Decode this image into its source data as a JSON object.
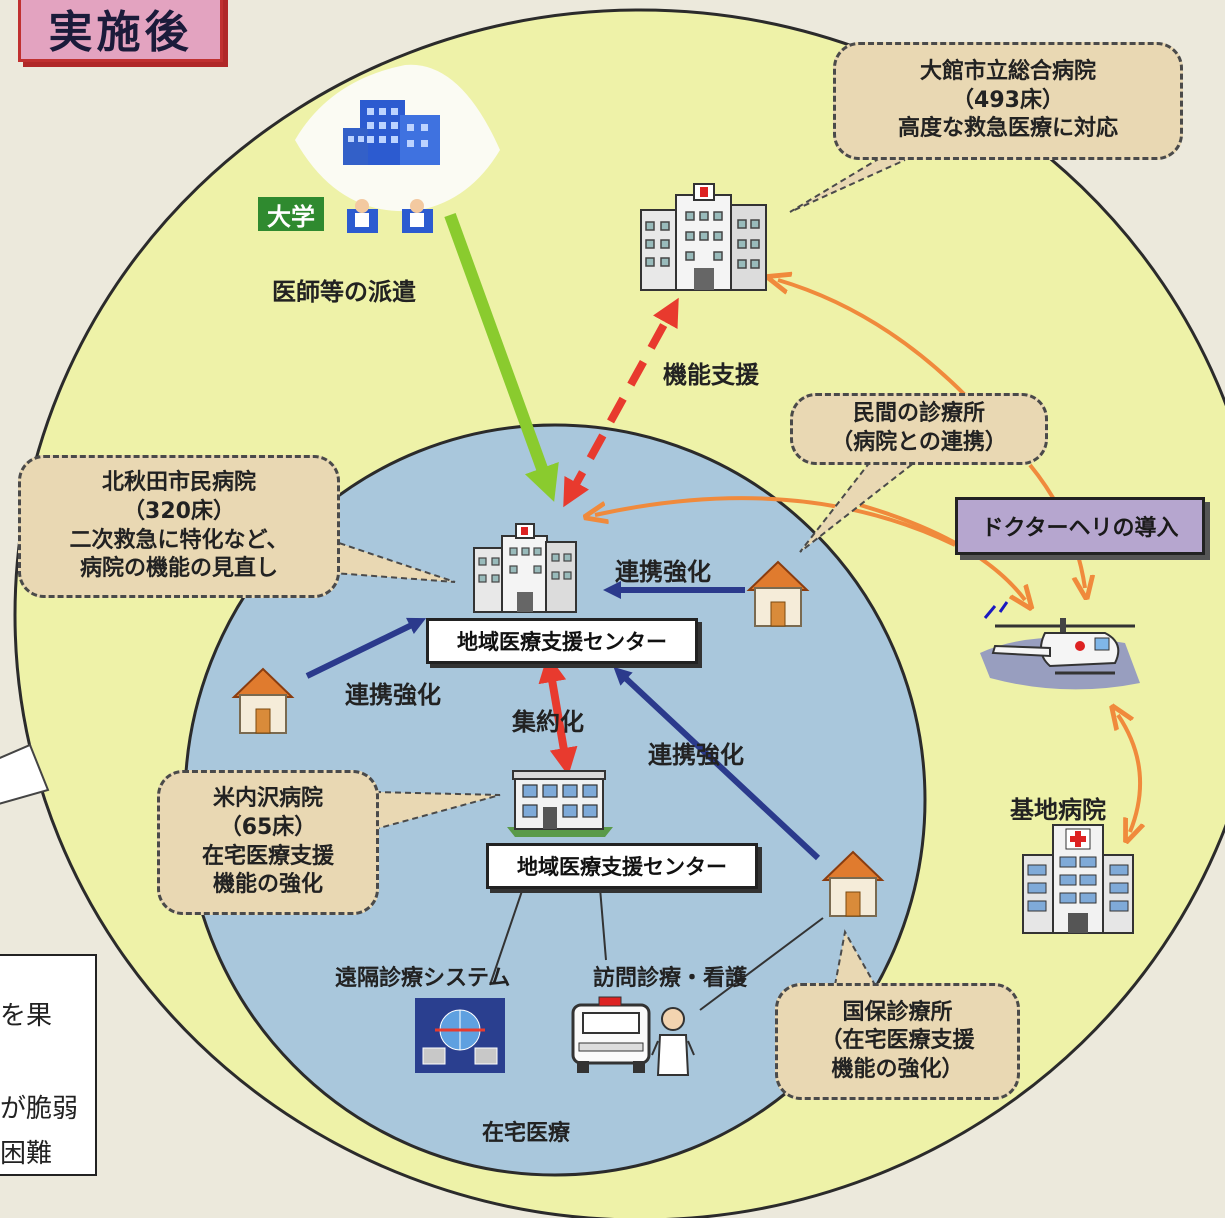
{
  "title": "実施後",
  "university": {
    "label": "大学",
    "dispatch": "医師等の派遣"
  },
  "odate": {
    "name": "大館市立総合病院",
    "beds": "（493床）",
    "role": "高度な救急医療に対応"
  },
  "function_support": "機能支援",
  "private_clinic": {
    "name": "民間の診療所",
    "note": "（病院との連携）"
  },
  "doctor_heli": "ドクターヘリの導入",
  "kitaakita": {
    "name": "北秋田市民病院",
    "beds": "（320床）",
    "role1": "二次救急に特化など、",
    "role2": "病院の機能の見直し"
  },
  "center_label": "地域医療支援センター",
  "renkei": "連携強化",
  "shuyaku": "集約化",
  "yonaizawa": {
    "name": "米内沢病院",
    "beds": "（65床）",
    "role1": "在宅医療支援",
    "role2": "機能の強化"
  },
  "telemed": "遠隔診療システム",
  "visit": "訪問診療・看護",
  "kokuho": {
    "name": "国保診療所",
    "role1": "（在宅医療支援",
    "role2": "機能の強化）"
  },
  "base_hospital": "基地病院",
  "home_care": "在宅医療",
  "left_fragments": [
    "を果",
    "が脆弱",
    "困難"
  ],
  "colors": {
    "outer_circle": "#eef2a8",
    "inner_circle": "#a9c7dc",
    "green_arrow": "#8acb2e",
    "red_arrow": "#e83a2e",
    "orange_arrow": "#f08a3c",
    "blue_arrow": "#2b3a8c",
    "callout": "#e9d8b3",
    "title_bg": "#e3a3c0",
    "heli_box": "#b6a6cf"
  }
}
